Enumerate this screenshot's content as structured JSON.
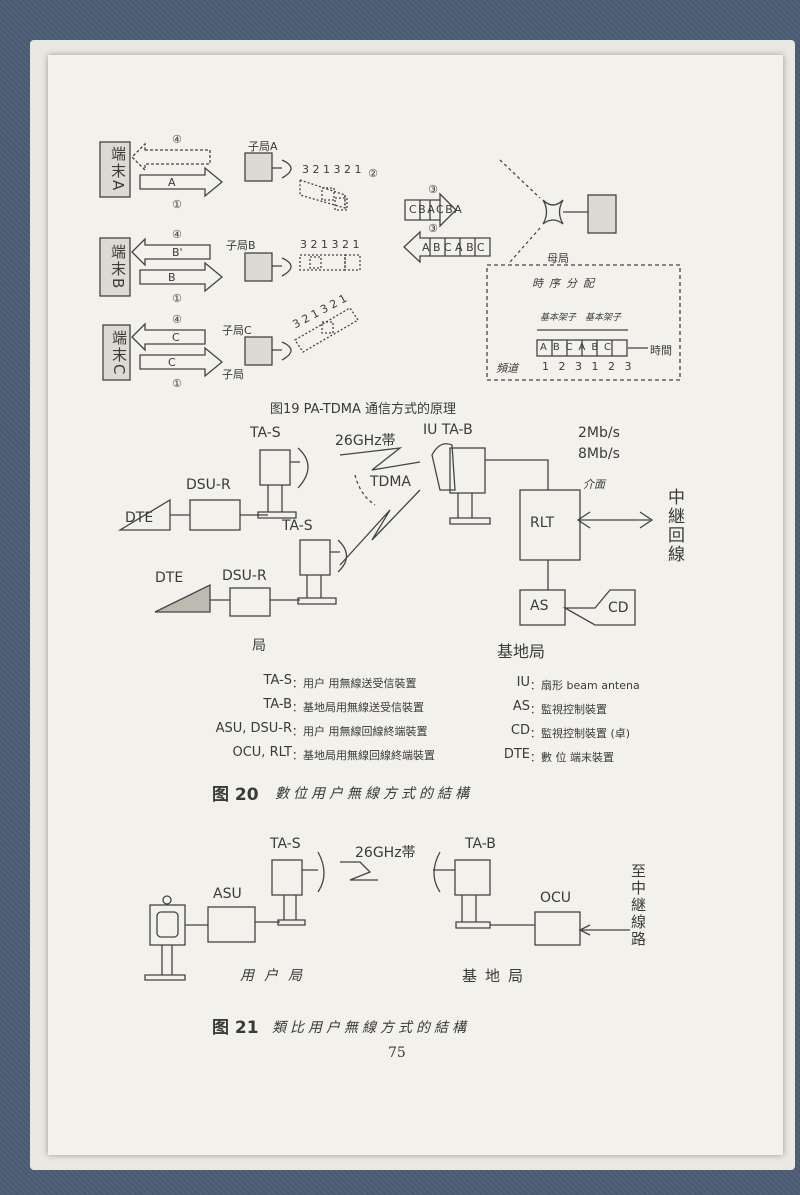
{
  "fig19": {
    "terminals": [
      "端末A",
      "端末B",
      "端末C"
    ],
    "substations": [
      "子局A",
      "子局B",
      "子局C",
      "子局"
    ],
    "arrow_data": [
      "A",
      "B'",
      "B",
      "C",
      "C"
    ],
    "step_marks": [
      "②",
      "①",
      "③",
      "④"
    ],
    "slot_numbers": "3 2 1 3 2 1",
    "uplink_frame": "CBACBA",
    "downlink_frame": "ABCABC",
    "master_station": "母局",
    "inset_title": "時序分配",
    "inset_frame_label": "基本架子",
    "inset_slots": "ABCABC",
    "inset_channel": "頻道",
    "inset_numbers": "1 2 3 1 2 3",
    "inset_time": "時間",
    "caption": "图19  PA-TDMA 通信方式的原理"
  },
  "fig20": {
    "labels": {
      "ta_s": "TA-S",
      "band": "26GHz帯",
      "tdma": "TDMA",
      "iu_ta_b": "IU TA-B",
      "rate1": "2Mb/s",
      "rate2": "8Mb/s",
      "interface": "介面",
      "relay_line": "中継回線",
      "dte": "DTE",
      "dsu_r": "DSU-R",
      "rlt": "RLT",
      "as": "AS",
      "cd": "CD",
      "user_station": "局",
      "base_station": "基地局"
    },
    "legend_left": [
      {
        "term": "TA-S",
        "desc": "：用户 用無線送受信裝置"
      },
      {
        "term": "TA-B",
        "desc": "：基地局用無線送受信裝置"
      },
      {
        "term": "ASU, DSU-R",
        "desc": "：用户 用無線回線終端裝置"
      },
      {
        "term": "OCU, RLT",
        "desc": "：基地局用無線回線終端裝置"
      }
    ],
    "legend_right": [
      {
        "term": "IU",
        "desc": "：扇形 beam antena"
      },
      {
        "term": "AS",
        "desc": "：監視控制裝置"
      },
      {
        "term": "CD",
        "desc": "：監視控制裝置 (卓)"
      },
      {
        "term": "DTE",
        "desc": "：數 位  端末裝置"
      }
    ],
    "caption_num": "图 20",
    "caption": "數位用户無線方式的結構"
  },
  "fig21": {
    "labels": {
      "ta_s": "TA-S",
      "band": "26GHz帯",
      "ta_b": "TA-B",
      "asu": "ASU",
      "ocu": "OCU",
      "user_station": "用户局",
      "base_station": "基地局",
      "to_relay": "至中継線路"
    },
    "caption_num": "图 21",
    "caption": "類比用户無線方式的結構"
  },
  "page_number": "75"
}
